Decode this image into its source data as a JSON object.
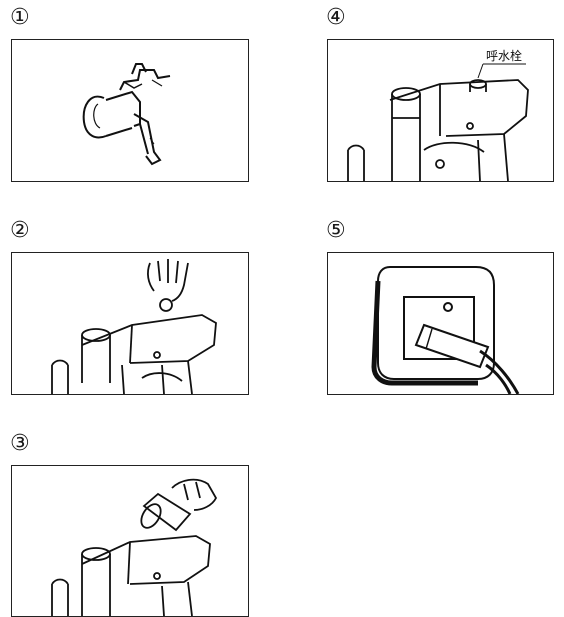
{
  "steps": [
    {
      "number": "①"
    },
    {
      "number": "②"
    },
    {
      "number": "③"
    },
    {
      "number": "④",
      "callout": "呼水栓"
    },
    {
      "number": "⑤"
    }
  ]
}
